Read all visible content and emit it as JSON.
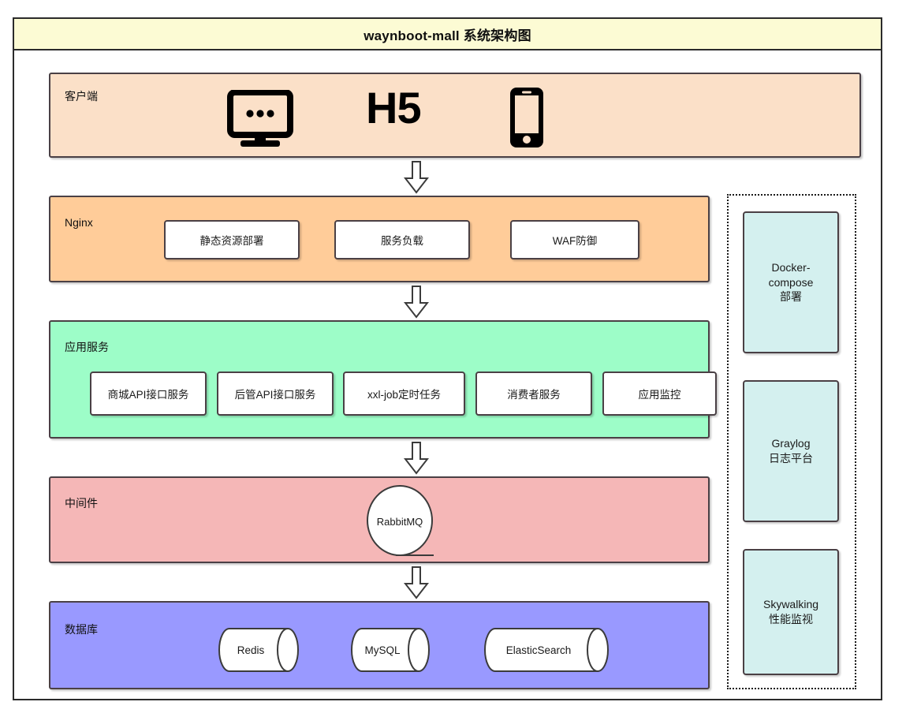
{
  "diagram": {
    "title": "waynboot-mall 系统架构图",
    "colors": {
      "title_bg": "#fcfbd4",
      "client_bg": "#fbe0c8",
      "nginx_bg": "#ffcc99",
      "app_bg": "#9dfdc8",
      "middleware_bg": "#f5b7b7",
      "database_bg": "#9999ff",
      "ops_bg": "#d4f0ef",
      "stroke": "#4a4045"
    }
  },
  "tiers": {
    "client": {
      "label": "客户端",
      "icons": [
        {
          "name": "desktop-monitor-icon",
          "caption": ""
        },
        {
          "name": "h5-text-icon",
          "caption": "H5"
        },
        {
          "name": "mobile-phone-icon",
          "caption": ""
        }
      ]
    },
    "nginx": {
      "label": "Nginx",
      "items": [
        {
          "label": "静态资源部署"
        },
        {
          "label": "服务负载"
        },
        {
          "label": "WAF防御"
        }
      ]
    },
    "app": {
      "label": "应用服务",
      "items": [
        {
          "label": "商城API接口服务"
        },
        {
          "label": "后管API接口服务"
        },
        {
          "label": "xxl-job定时任务"
        },
        {
          "label": "消费者服务"
        },
        {
          "label": "应用监控"
        }
      ]
    },
    "middleware": {
      "label": "中间件",
      "items": [
        {
          "label": "RabbitMQ"
        }
      ]
    },
    "database": {
      "label": "数据库",
      "items": [
        {
          "label": "Redis"
        },
        {
          "label": "MySQL"
        },
        {
          "label": "ElasticSearch"
        }
      ]
    }
  },
  "ops_column": {
    "items": [
      {
        "label": "Docker-\ncompose\n部署"
      },
      {
        "label": "Graylog\n日志平台"
      },
      {
        "label": "Skywalking\n性能监视"
      }
    ]
  },
  "flow_arrows": [
    {
      "name": "arrow-client-to-nginx",
      "glyph": "down"
    },
    {
      "name": "arrow-nginx-to-app",
      "glyph": "down"
    },
    {
      "name": "arrow-app-to-middleware",
      "glyph": "down"
    },
    {
      "name": "arrow-middleware-to-database",
      "glyph": "down"
    }
  ]
}
